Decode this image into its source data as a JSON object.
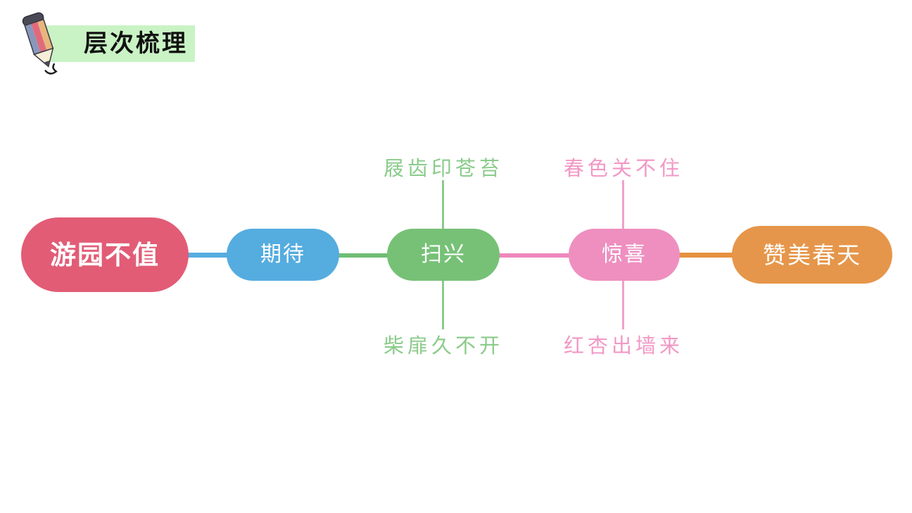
{
  "header": {
    "title": "层次梳理",
    "bg_color": "#c9f3c4",
    "text_color": "#111111",
    "icon": "pencil-icon"
  },
  "diagram": {
    "nodes": [
      {
        "label": "游园不值",
        "color": "#e25c76"
      },
      {
        "label": "期待",
        "color": "#55acdf"
      },
      {
        "label": "扫兴",
        "color": "#77c177"
      },
      {
        "label": "惊喜",
        "color": "#ee8fc0"
      },
      {
        "label": "赞美春天",
        "color": "#e6964a"
      }
    ],
    "connectors": [
      {
        "from": "游园不值",
        "to": "期待",
        "color": "#55acdf"
      },
      {
        "from": "期待",
        "to": "扫兴",
        "color": "#6fbe73"
      },
      {
        "from": "扫兴",
        "to": "惊喜",
        "color": "#ee87bd"
      },
      {
        "from": "惊喜",
        "to": "赞美春天",
        "color": "#e5913f"
      }
    ],
    "annotations": [
      {
        "text": "屐齿印苍苔",
        "anchor": "扫兴",
        "position": "above",
        "color": "#8bcb8b",
        "line_color": "#8cc98c"
      },
      {
        "text": "柴扉久不开",
        "anchor": "扫兴",
        "position": "below",
        "color": "#8bcb8b",
        "line_color": "#8cc98c"
      },
      {
        "text": "春色关不住",
        "anchor": "惊喜",
        "position": "above",
        "color": "#f298c5",
        "line_color": "#f2a0ca"
      },
      {
        "text": "红杏出墙来",
        "anchor": "惊喜",
        "position": "below",
        "color": "#f298c5",
        "line_color": "#f2a0ca"
      }
    ]
  }
}
